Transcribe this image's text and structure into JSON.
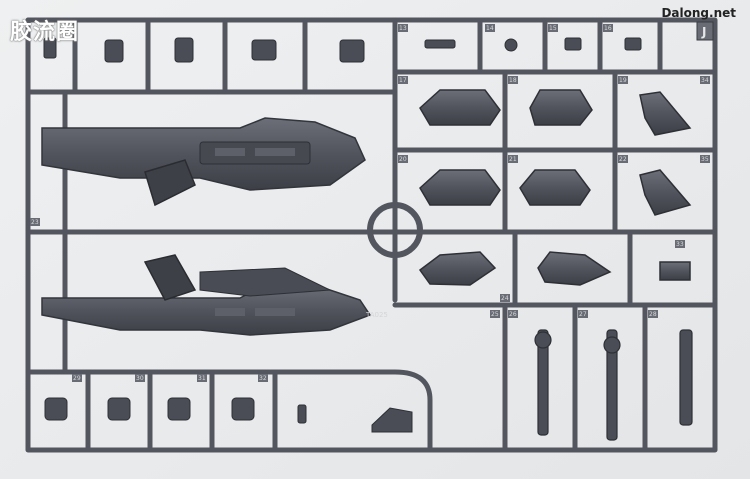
{
  "watermark_left": "胶流圈",
  "watermark_right": "Dalong.net",
  "runner_tag": "J",
  "gate_numbers": [
    "13",
    "14",
    "15",
    "16",
    "17",
    "18",
    "19",
    "20",
    "21",
    "22",
    "23",
    "24",
    "25",
    "26",
    "27",
    "28",
    "29",
    "30",
    "31",
    "32",
    "33",
    "34",
    "35"
  ],
  "part_code": "TA025",
  "colors": {
    "background": "#e9ebec",
    "runner": "#54565f",
    "runner_dark": "#3a3c44",
    "runner_light": "#7a7c86"
  }
}
